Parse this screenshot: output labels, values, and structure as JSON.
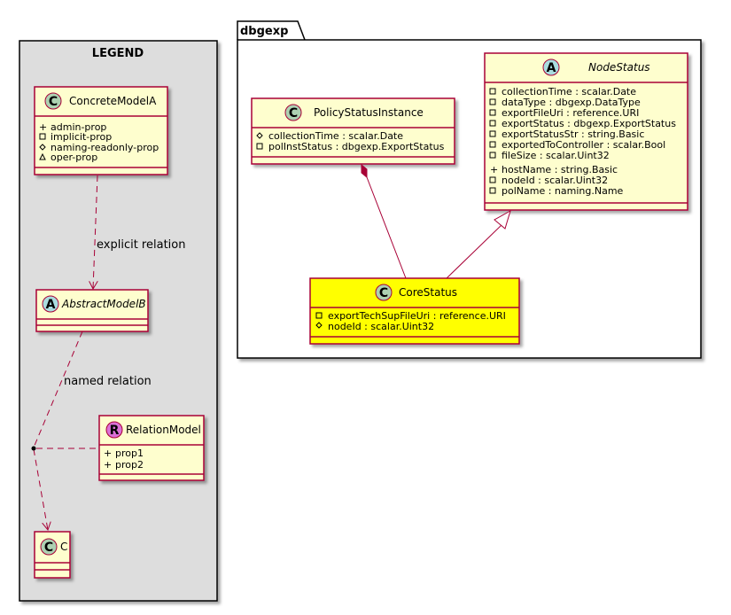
{
  "legend": {
    "title": "LEGEND",
    "concrete_model": {
      "name": "ConcreteModelA",
      "stereotype": "C",
      "members": [
        "admin-prop",
        "implicit-prop",
        "naming-readonly-prop",
        "oper-prop"
      ]
    },
    "abstract_model": {
      "name": "AbstractModelB",
      "stereotype": "A"
    },
    "relation_model": {
      "name": "RelationModel",
      "stereotype": "R",
      "members": [
        "prop1",
        "prop2"
      ]
    },
    "c_model": {
      "name": "C",
      "stereotype": "C"
    },
    "explicit_relation_label": "explicit relation",
    "named_relation_label": "named relation"
  },
  "package": {
    "name": "dbgexp",
    "policy_status_instance": {
      "name": "PolicyStatusInstance",
      "stereotype": "C",
      "members": [
        "collectionTime : scalar.Date",
        "polInstStatus : dbgexp.ExportStatus"
      ]
    },
    "node_status": {
      "name": "NodeStatus",
      "stereotype": "A",
      "members": [
        "collectionTime : scalar.Date",
        "dataType : dbgexp.DataType",
        "exportFileUri : reference.URI",
        "exportStatus : dbgexp.ExportStatus",
        "exportStatusStr : string.Basic",
        "exportedToController : scalar.Bool",
        "fileSize : scalar.Uint32",
        "hostName : string.Basic",
        "nodeId : scalar.Uint32",
        "polName : naming.Name"
      ]
    },
    "core_status": {
      "name": "CoreStatus",
      "stereotype": "C",
      "members": [
        "exportTechSupFileUri : reference.URI",
        "nodeId : scalar.Uint32"
      ]
    }
  },
  "colors": {
    "legend_bg": "#DDDDDD",
    "class_bg": "#FEFECE",
    "highlight_bg": "#FFFF00",
    "border": "#A80036"
  }
}
